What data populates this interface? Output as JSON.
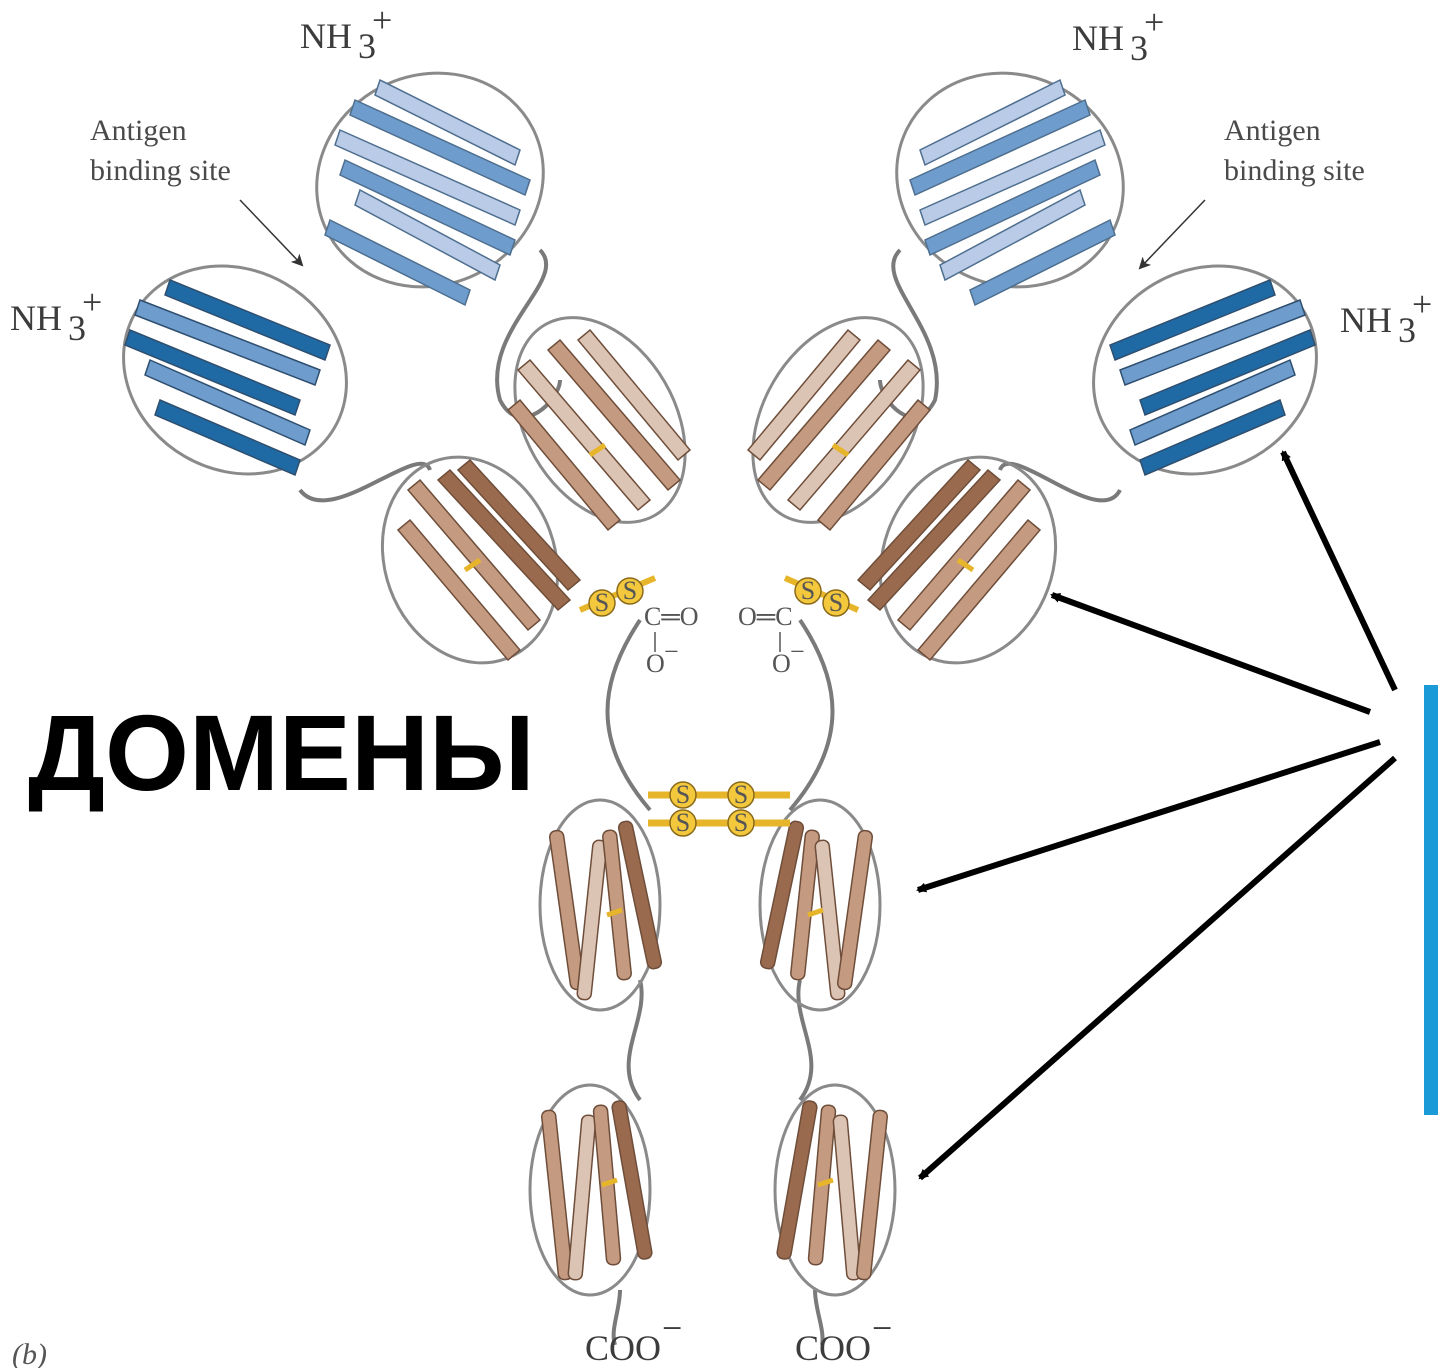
{
  "labels": {
    "nh3_1": "NH",
    "nh3_sub": "3",
    "nh3_sup": "+",
    "antigen_line1": "Antigen",
    "antigen_line2": "binding site",
    "coo": "COO",
    "coo_sup": "−",
    "disulfide": "S",
    "carbonyl_left": "C═O",
    "carbonyl_right": "O═C",
    "oxy": "O",
    "oxy_sup": "−",
    "panel": "(b)",
    "domains": "ДОМЕНЫ"
  },
  "colors": {
    "variable_light": "#b9cbe6",
    "variable_mid": "#6e9ccd",
    "variable_dark": "#1f6aa5",
    "constant_light": "#dcc4b4",
    "constant_mid": "#c49a80",
    "constant_dark": "#9a6a4e",
    "disulfide": "#e7b52a",
    "outline": "#6b6b6b",
    "arrow": "#000000",
    "accent_bar": "#1a9ad6"
  }
}
